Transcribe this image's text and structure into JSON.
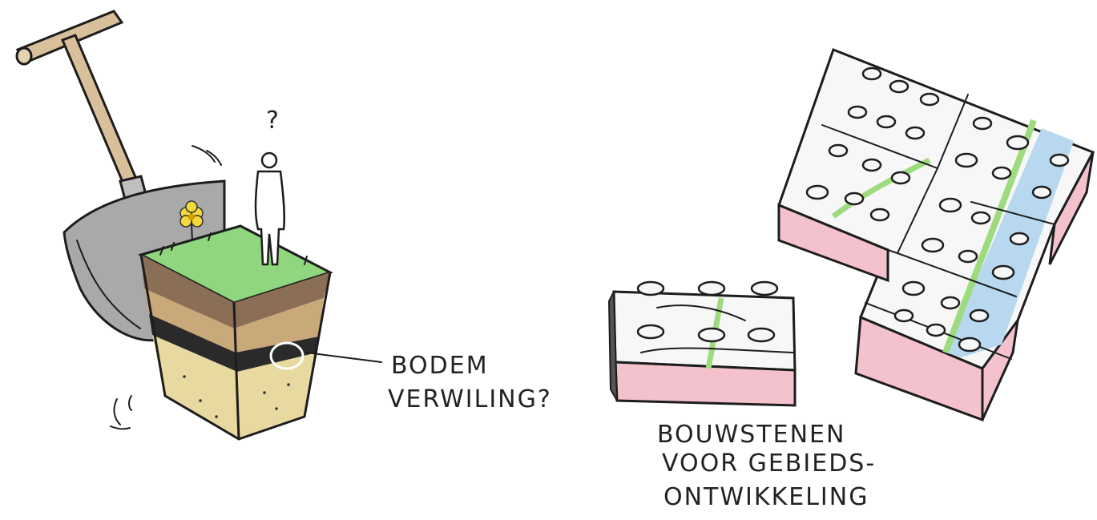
{
  "left_sketch": {
    "question_mark": "?",
    "label_line1": "BODEM",
    "label_line2": "VERWILING?"
  },
  "right_sketch": {
    "label_line1": "BOUWSTENEN",
    "label_line2": "VOOR GEBIEDS-",
    "label_line3": "ONTWIKKELING"
  },
  "colors": {
    "grass": "#8fd67e",
    "topsoil": "#8a6e56",
    "subsoil": "#c9a87a",
    "sand": "#e8d9a0",
    "black_layer": "#2a2a2a",
    "shovel_blade": "#a9a9a9",
    "handle": "#d9c09a",
    "flower": "#f5d93a",
    "brick_side": "#f3c2cc",
    "brick_top": "#f7f7f7",
    "water": "#b7d8ee",
    "green_strip": "#9edb7e"
  }
}
